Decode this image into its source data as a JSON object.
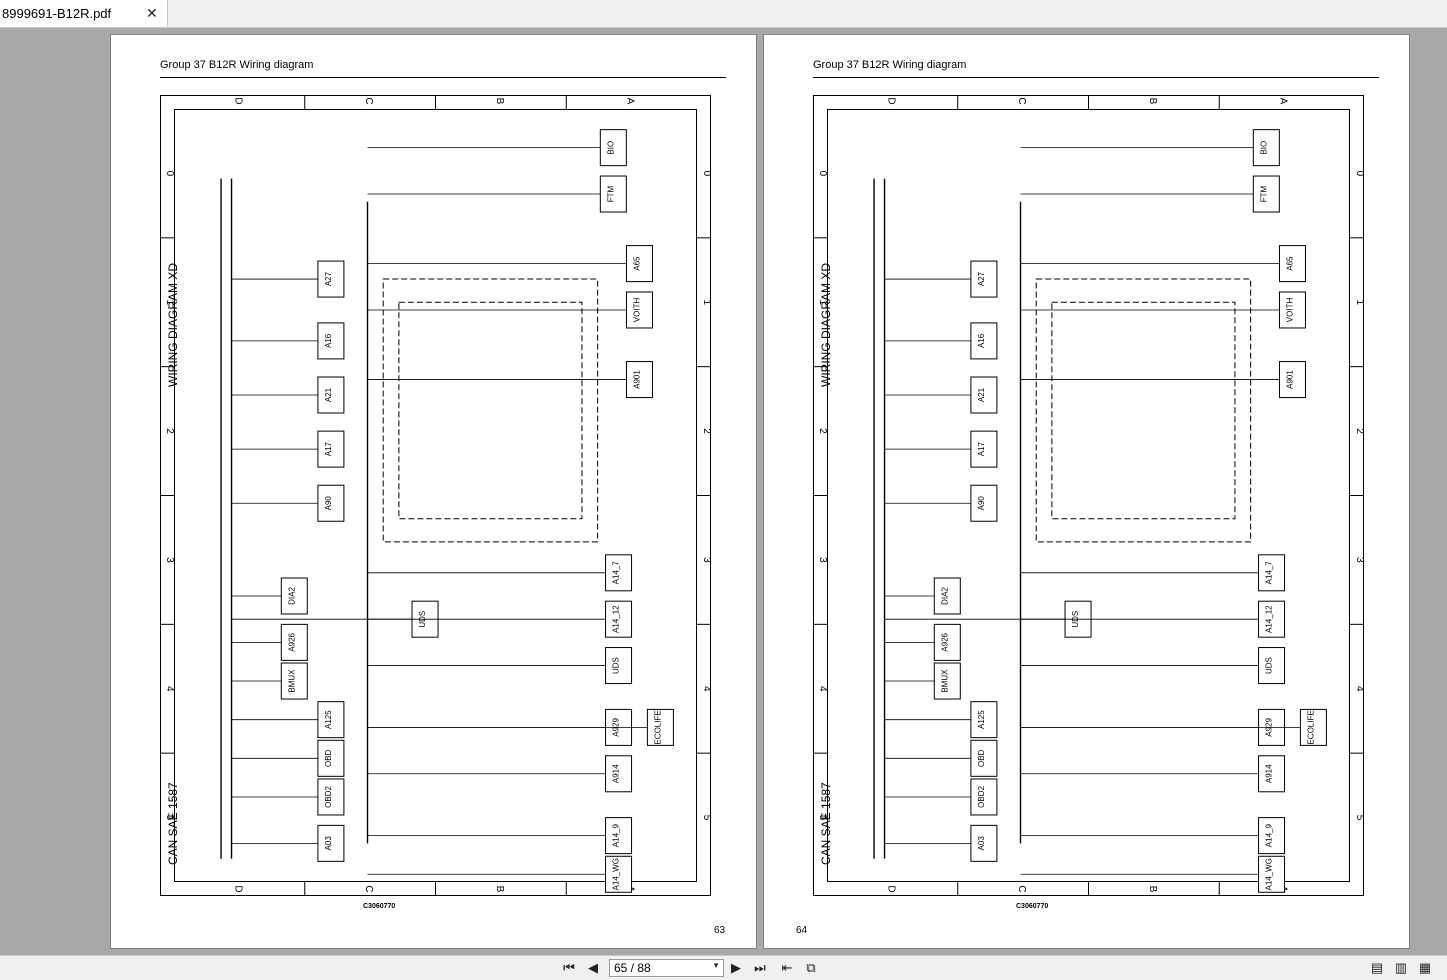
{
  "tab": {
    "title": "8999691-B12R.pdf",
    "close_glyph": "✕"
  },
  "pages": [
    {
      "header": "Group 37 B12R Wiring diagram",
      "number": "63",
      "code": "C3060770",
      "diagram_titles": [
        "WIRING DIAGRAM XD",
        "CAN SAE 1587"
      ]
    },
    {
      "header": "Group 37 B12R Wiring diagram",
      "number": "64",
      "code": "C3060770",
      "diagram_titles": [
        "WIRING DIAGRAM XD",
        "CAN SAE 1587"
      ]
    }
  ],
  "diagram": {
    "column_letters": [
      "D",
      "C",
      "B",
      "A"
    ],
    "row_numbers": [
      "0",
      "1",
      "2",
      "3",
      "4",
      "5"
    ],
    "components": [
      "BIO",
      "FTM",
      "A65",
      "VOITH",
      "A901",
      "A27",
      "A16",
      "A21",
      "A17",
      "A90",
      "DIA2",
      "A926",
      "BMUX",
      "A125",
      "OBD",
      "OBD2",
      "A03",
      "UDS",
      "A14_7",
      "A14_12",
      "UDS",
      "A929",
      "ECOLIFE",
      "A914",
      "A14_9",
      "A14_WG"
    ]
  },
  "toolbar": {
    "first_glyph": "⏮",
    "prev_glyph": "◀",
    "page_indicator": "65 / 88",
    "dropdown_glyph": "▼",
    "next_glyph": "▶",
    "last_glyph": "⏭",
    "view_icon_1": "⇤",
    "view_icon_2": "⧉",
    "layout_icon_1": "▤",
    "layout_icon_2": "▥",
    "layout_icon_3": "▦"
  },
  "colors": {
    "background": "#a8a8a8",
    "page": "#ffffff",
    "toolbar": "#f0f0f0"
  }
}
